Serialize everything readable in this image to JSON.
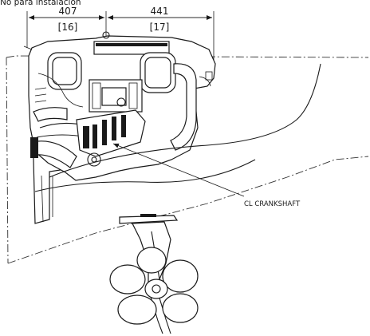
{
  "title": "No para instalación",
  "dimensions": {
    "left_mm": "407",
    "left_in": "[16]",
    "right_mm": "441",
    "right_in": "[17]"
  },
  "callout": {
    "label": "CL CRANKSHAFT"
  }
}
